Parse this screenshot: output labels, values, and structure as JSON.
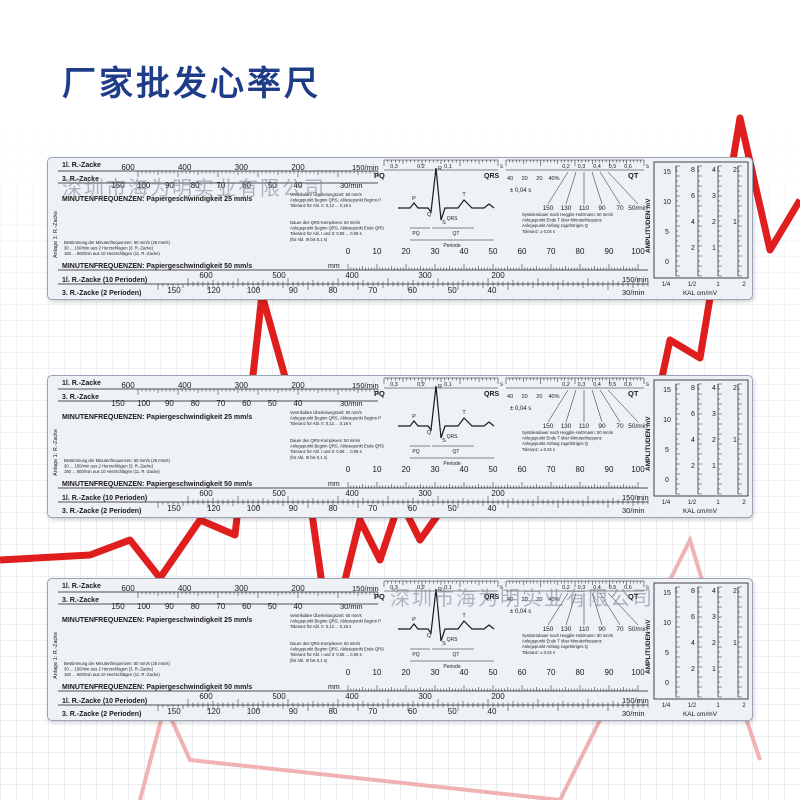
{
  "title": "厂家批发心率尺",
  "watermark": "深圳市海为明实业有限公司",
  "ruler": {
    "row1_label": "1l. R.-Zacke",
    "row2_label": "3. R.-Zacke",
    "row1_nums": [
      "600",
      "400",
      "300",
      "200"
    ],
    "row1_unit": "150/min",
    "row2_nums": [
      "150",
      "100",
      "90",
      "80",
      "70",
      "60",
      "50",
      "40"
    ],
    "row2_unit": "30/min",
    "freq25_label": "MINUTENFREQUENZEN: Papiergeschwindigkeit  25 mm/s",
    "side_label": "Anlage 1: R.-Zacke",
    "freq50_label": "MINUTENFREQUENZEN: Papiergeschwindigkeit  50 mm/s",
    "row3_label": "1l. R.-Zacke (10 Perioden)",
    "row4_label": "3. R.-Zacke (2 Perioden)",
    "row3_nums": [
      "600",
      "500",
      "400",
      "300",
      "200"
    ],
    "row3_unit": "150/min",
    "row4_nums": [
      "150",
      "120",
      "100",
      "90",
      "80",
      "70",
      "60",
      "50",
      "40"
    ],
    "row4_unit": "30/min",
    "mm_label": "mm",
    "mm_nums": [
      "0",
      "10",
      "20",
      "30",
      "40",
      "50",
      "60",
      "70",
      "80",
      "90",
      "100"
    ],
    "pq_label": "PQ",
    "qrs_label": "QRS",
    "qt_label": "QT",
    "s_label": "s",
    "pq_nums": [
      "0,3",
      "0,2",
      "0,1"
    ],
    "qt_nums": [
      "0,2",
      "0,3",
      "0,4",
      "0,5",
      "0,6"
    ],
    "pct_nums": [
      "40",
      "20",
      "20",
      "40%"
    ],
    "tol": "± 0,04 s",
    "hr_nums": [
      "150",
      "130",
      "110",
      "90",
      "70",
      "50/min"
    ],
    "ecg_labels": [
      "P",
      "Q",
      "R",
      "S",
      "T"
    ],
    "periode": "Periode",
    "pq_ann": "PQ",
    "qt_ann": "QT",
    "qrs_ann": "QRS",
    "note1": "Ventrikuläre Überleitungszeit: 50 mm/s\nAnlegepunkt Beginn QRS, Ablesepunkt Beginn P\nToleranz für Abl. II: 0,12 ... 0,18 s",
    "note2": "Dauer des QRS-Komplexes: 50 mm/s\nAnlegepunkt Beginn QRS, Ablesepunkt Ende QRS\nToleranz für Abl. I und II: 0,06 ... 0,08 s\n(für Abl. III bis 0,1 s)",
    "note3": "Bestimmung der Minutenfrequenzen: 50 mm/s (25 mm/s)\n30 ... 150/min aus 2 Herzschlägen (3. R.-Zacke)\n150 ... 600/min aus 10 Herzschlägen (11. R.-Zacke)",
    "note4": "Systolendauer nach Hegglin-Holzmann: 50 mm/s\nAnlegepunkt Ende T über Minutenfrequenz\nAnlegepunkt Anfang zugehöriges Q\nToleranz: ± 0,04 s",
    "ampl_label": "AMPLITUDEN mV",
    "kal_label": "KAL cm/mV",
    "ampl_left_nums": [
      "15",
      "10",
      "5",
      "0"
    ],
    "ampl_mid_nums": [
      "8",
      "6",
      "4",
      "2"
    ],
    "ampl_right_nums": [
      "4",
      "3",
      "2",
      "1"
    ],
    "ampl_far_nums": [
      "2",
      "1"
    ],
    "kal_nums": [
      "1/4",
      "1/2",
      "1",
      "2"
    ]
  }
}
